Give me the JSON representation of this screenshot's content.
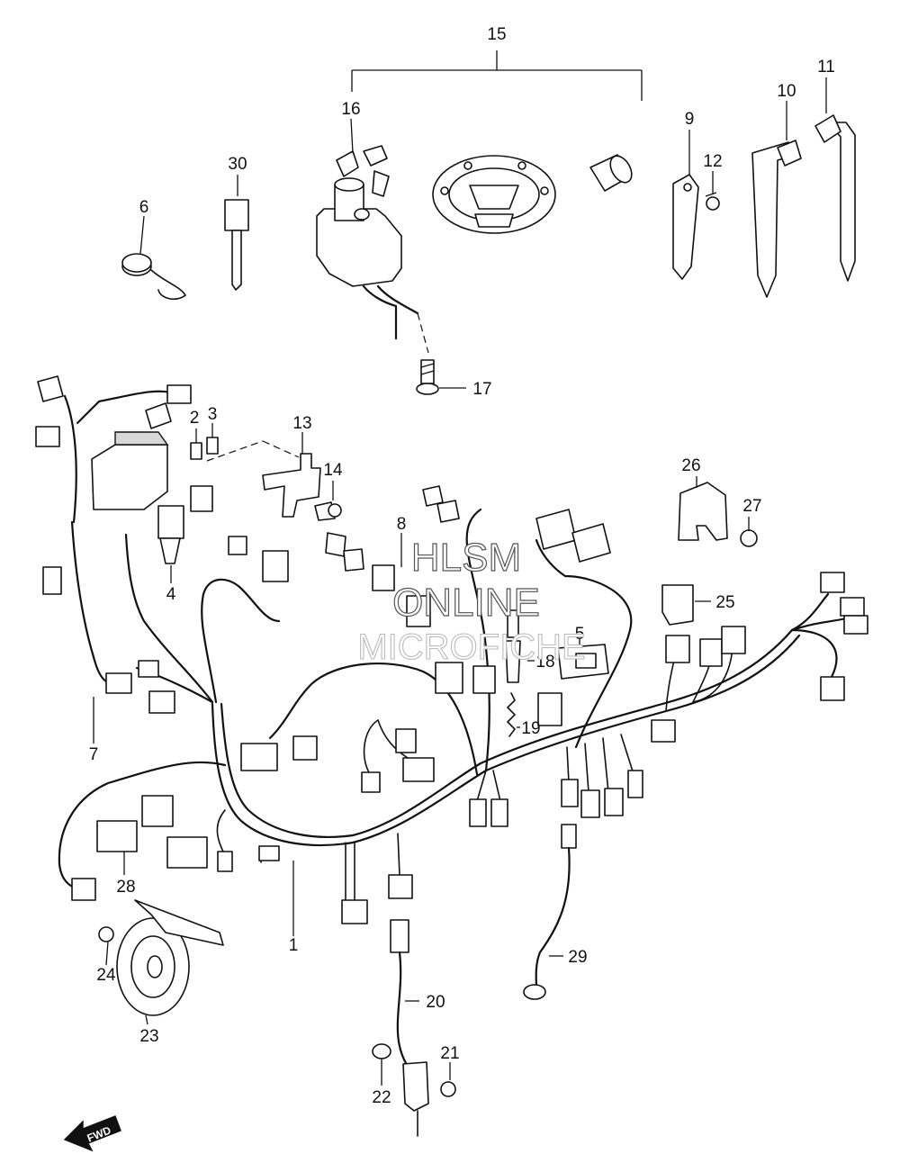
{
  "callouts": [
    {
      "id": "1",
      "text": "1"
    },
    {
      "id": "2",
      "text": "2"
    },
    {
      "id": "3",
      "text": "3"
    },
    {
      "id": "4",
      "text": "4"
    },
    {
      "id": "5",
      "text": "5"
    },
    {
      "id": "6",
      "text": "6"
    },
    {
      "id": "7",
      "text": "7"
    },
    {
      "id": "8",
      "text": "8"
    },
    {
      "id": "9",
      "text": "9"
    },
    {
      "id": "10",
      "text": "10"
    },
    {
      "id": "11",
      "text": "11"
    },
    {
      "id": "12",
      "text": "12"
    },
    {
      "id": "13",
      "text": "13"
    },
    {
      "id": "14",
      "text": "14"
    },
    {
      "id": "15",
      "text": "15"
    },
    {
      "id": "16",
      "text": "16"
    },
    {
      "id": "17",
      "text": "17"
    },
    {
      "id": "18",
      "text": "18"
    },
    {
      "id": "19",
      "text": "19"
    },
    {
      "id": "20",
      "text": "20"
    },
    {
      "id": "21",
      "text": "21"
    },
    {
      "id": "22",
      "text": "22"
    },
    {
      "id": "23",
      "text": "23"
    },
    {
      "id": "24",
      "text": "24"
    },
    {
      "id": "25",
      "text": "25"
    },
    {
      "id": "26",
      "text": "26"
    },
    {
      "id": "27",
      "text": "27"
    },
    {
      "id": "28",
      "text": "28"
    },
    {
      "id": "29",
      "text": "29"
    },
    {
      "id": "30",
      "text": "30"
    }
  ],
  "watermark": {
    "line1": "HLSM",
    "line2": "ONLINE",
    "line3": "MICROFICHE"
  },
  "direction_badge": {
    "text": "FWD"
  },
  "icons": {
    "direction": "arrow-left-icon"
  },
  "colors": {
    "ink": "#111111",
    "background": "#ffffff"
  }
}
